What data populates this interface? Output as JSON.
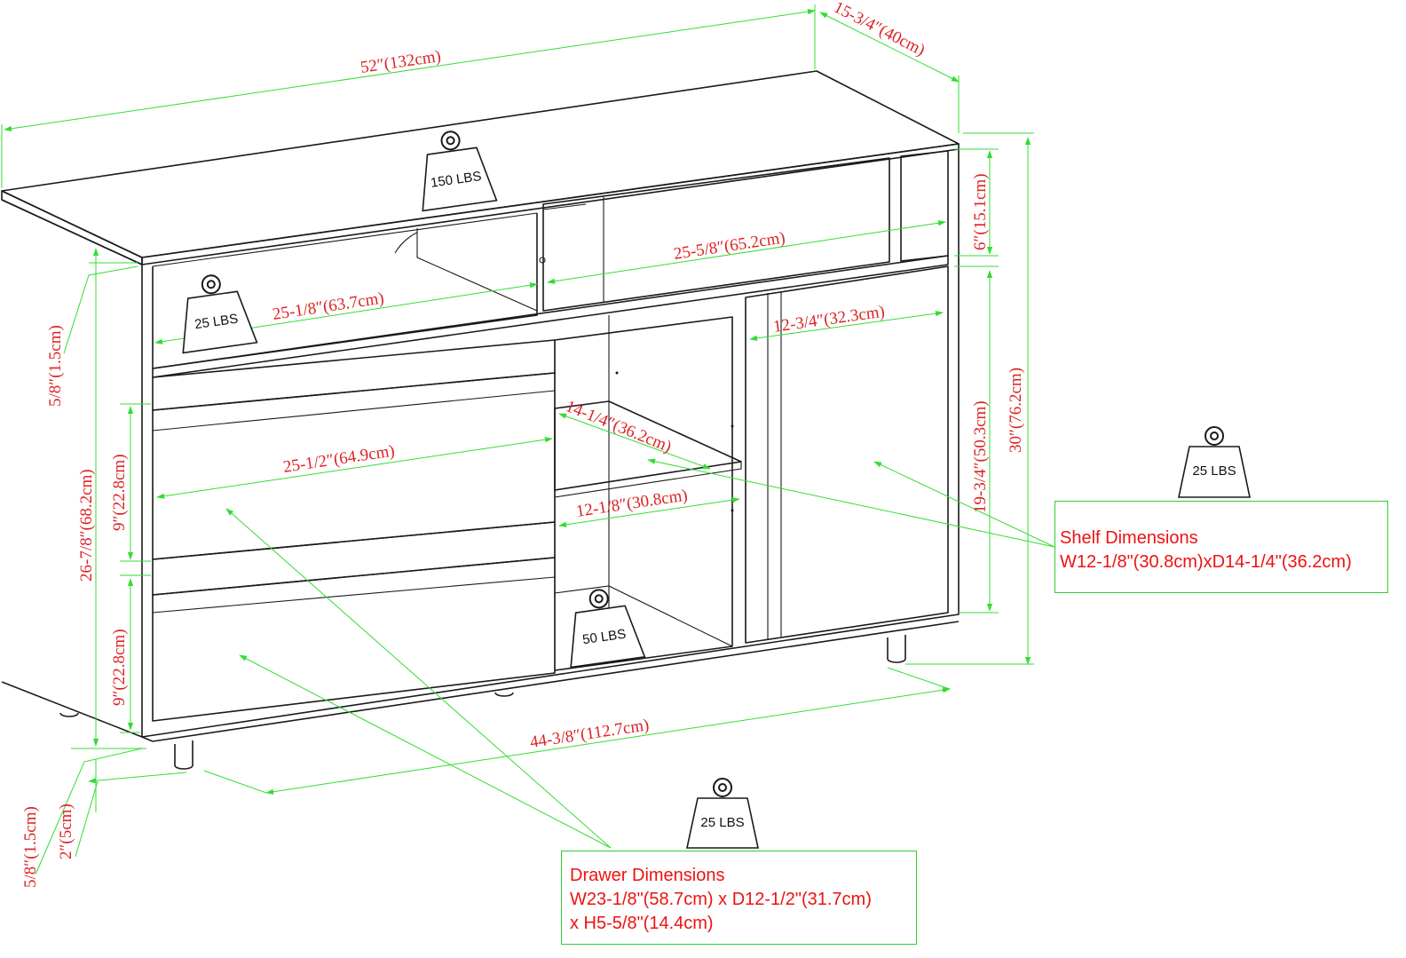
{
  "dimensions": {
    "width": "52″(132cm)",
    "depth": "15-3/4″(40cm)",
    "top_opening_height": "6″(15.1cm)",
    "top_opening_width": "25-5/8″(65.2cm)",
    "left_opening_width": "25-1/8″(63.7cm)",
    "door_width": "12-3/4″(32.3cm)",
    "shelf_depth": "14-1/4″(36.2cm)",
    "shelf_width": "12-1/8″(30.8cm)",
    "drawer_face_width": "25-1/2″(64.9cm)",
    "lower_cabinet_height": "19-3/4″(50.3cm)",
    "total_height": "30″(76.2cm)",
    "body_height": "26-7/8″(68.2cm)",
    "drawer_height_1": "9″(22.8cm)",
    "drawer_height_2": "9″(22.8cm)",
    "panel_thickness_top": "5/8″(1.5cm)",
    "panel_thickness_bottom": "5/8″(1.5cm)",
    "leg_height": "2″(5cm)",
    "inner_width": "44-3/8″(112.7cm)"
  },
  "weights": {
    "top": "150 LBS",
    "left_opening": "25 LBS",
    "shelf": "25 LBS",
    "cabinet_floor": "50 LBS",
    "drawer": "25 LBS"
  },
  "shelf_info": {
    "title": "Shelf Dimensions",
    "detail": "W12-1/8\"(30.8cm)xD14-1/4\"(36.2cm)"
  },
  "drawer_info": {
    "title": "Drawer Dimensions",
    "line1": "W23-1/8\"(58.7cm) x D12-1/2\"(31.7cm)",
    "line2": "x H5-5/8\"(14.4cm)"
  },
  "colors": {
    "dimension_line": "#33dd33",
    "dimension_text": "#dd2222",
    "outline": "#1a1a1a"
  }
}
